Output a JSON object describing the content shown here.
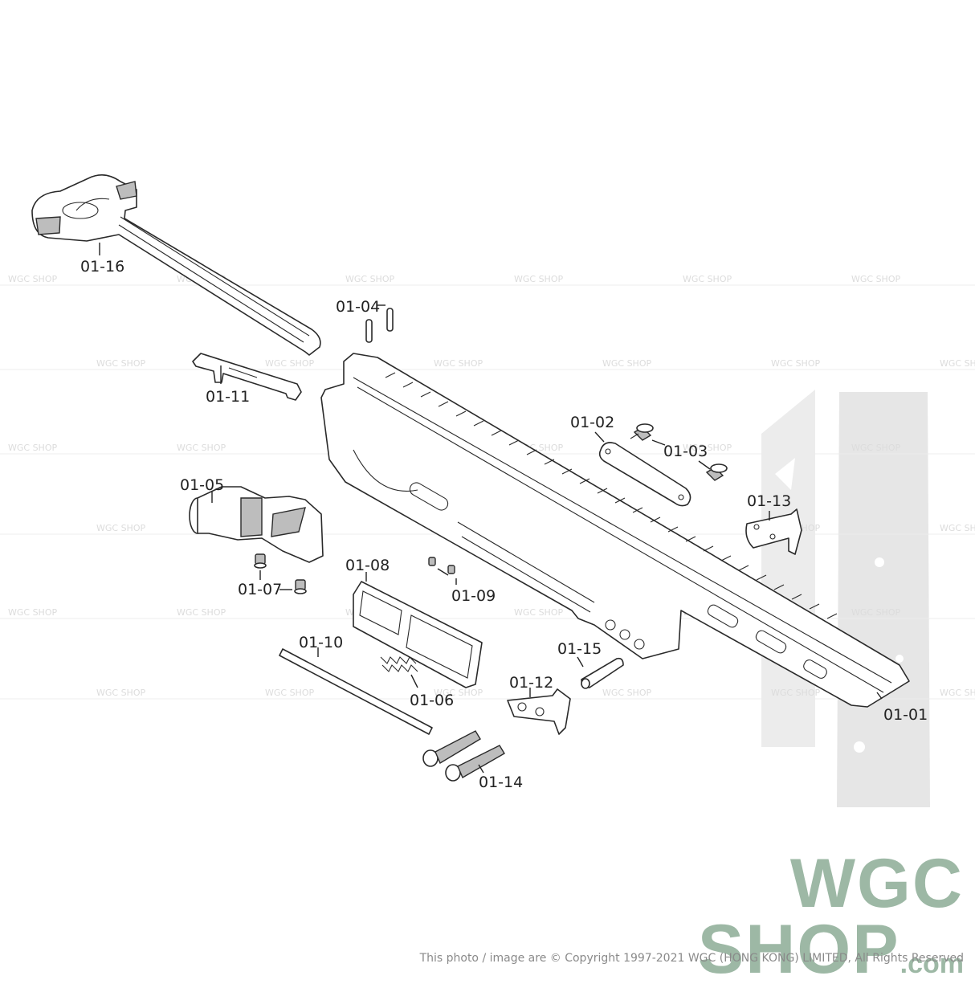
{
  "watermark_text": "WGC SHOP",
  "labels": {
    "p01": "01-01",
    "p02": "01-02",
    "p03": "01-03",
    "p04": "01-04",
    "p05": "01-05",
    "p06": "01-06",
    "p07": "01-07",
    "p08": "01-08",
    "p09": "01-09",
    "p10": "01-10",
    "p11": "01-11",
    "p12": "01-12",
    "p13": "01-13",
    "p14": "01-14",
    "p15": "01-15",
    "p16": "01-16"
  },
  "logo": {
    "line1": "WGC",
    "line2": "SHOP",
    "domain": ".com"
  },
  "copyright": "This photo / image are © Copyright 1997-2021 WGC (HONG KONG) LIMITED, All Rights Reserved",
  "colors": {
    "line": "#2a2a2a",
    "logo": "#9db8a5",
    "watermark_panel": "#e6e6e6"
  }
}
